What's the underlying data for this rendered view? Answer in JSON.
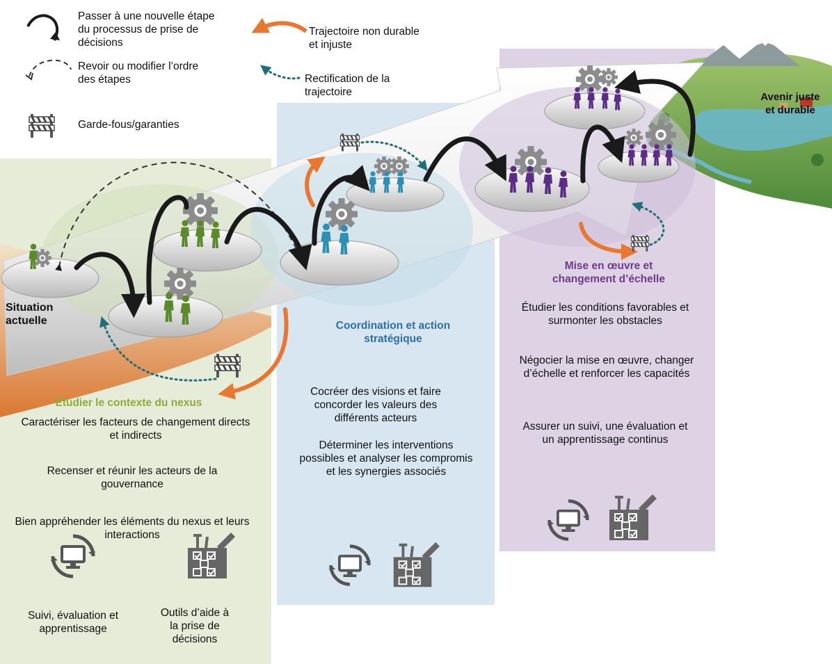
{
  "legend": {
    "next_step": "Passer à une nouvelle étape du processus de prise de décisions",
    "revisit": "Revoir ou modifier l’ordre des étapes",
    "safeguards": "Garde-fous/garanties",
    "unsustainable": "Trajectoire non durable et injuste",
    "rectification": "Rectification de la trajectoire"
  },
  "endpoints": {
    "start": "Situation actuelle",
    "end": "Avenir juste et durable"
  },
  "phases": [
    {
      "title": "Étudier le contexte du nexus",
      "items": [
        "Caractériser les facteurs de changement directs et indirects",
        "Recenser et réunir les acteurs de la gouvernance",
        "Bien appréhender les éléments du nexus et leurs interactions"
      ],
      "color": "#8cae3c",
      "panel_color": "#e6ecd8"
    },
    {
      "title": "Coordination et action stratégique",
      "items": [
        "Cocréer des visions et faire concorder les valeurs des différents acteurs",
        "Déterminer les interventions possibles et analyser les compromis et les synergies associés"
      ],
      "color": "#2d6fa8",
      "panel_color": "#d7e6f0"
    },
    {
      "title": "Mise en œuvre et changement d’échelle",
      "items": [
        "Étudier les conditions favorables et surmonter les obstacles",
        "Négocier la mise en œuvre, changer d’échelle et renforcer les capacités",
        "Assurer un suivi, une évaluation et un apprentissage continus"
      ],
      "color": "#6d3a8c",
      "panel_color": "#ddd3e4"
    }
  ],
  "tools": {
    "monitoring": "Suivi, évaluation et apprentissage",
    "decision_tools": "Outils d’aide à la prise de décisions"
  },
  "colors": {
    "green_figures": "#5b8a2a",
    "teal_figures": "#2c8fb5",
    "purple_figures": "#5b2d86",
    "unsustainable_arrow": "#e87830",
    "rectification_arrow": "#1f6f78",
    "jump_arrow": "#1a1a1a"
  }
}
